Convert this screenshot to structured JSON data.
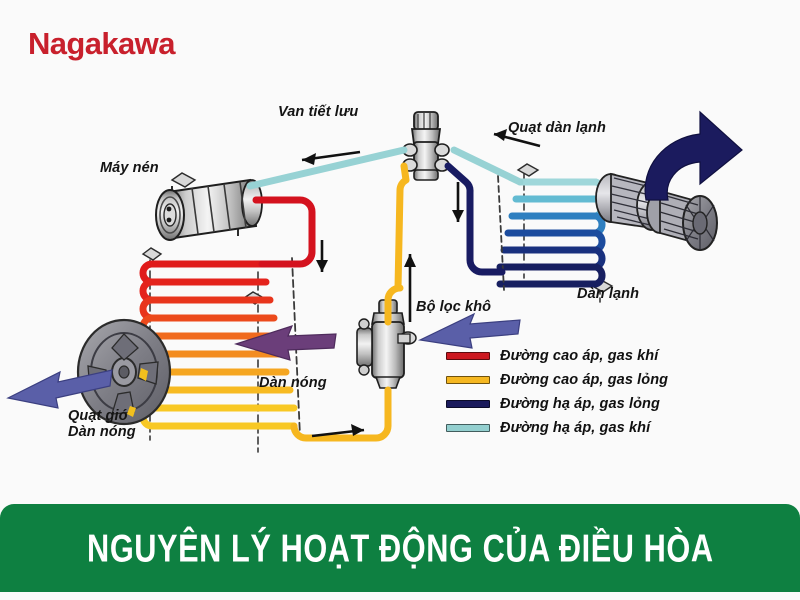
{
  "brand": {
    "name": "Nagakawa",
    "color": "#C8202C"
  },
  "banner": {
    "title": "NGUYÊN LÝ HOẠT ĐỘNG CỦA ĐIỀU HÒA",
    "background_color": "#0E8041",
    "text_color": "#FFFFFF"
  },
  "diagram": {
    "background_color": "#FAFAFA",
    "labels": {
      "expansion_valve": "Van tiết lưu",
      "compressor": "Máy nén",
      "evaporator_fan": "Quạt dàn lạnh",
      "evaporator": "Dàn lạnh",
      "receiver_drier": "Bộ lọc khô",
      "condenser": "Dàn nóng",
      "condenser_fan": "Quạt gió\nDàn nóng"
    }
  },
  "legend": {
    "items": [
      {
        "label": "Đường cao áp, gas khí",
        "color": "#CC1820"
      },
      {
        "label": "Đường cao áp, gas lỏng",
        "color": "#F5B721"
      },
      {
        "label": "Đường hạ áp, gas lỏng",
        "color": "#1A1A5C"
      },
      {
        "label": "Đường hạ áp, gas khí",
        "color": "#93CFCF"
      }
    ]
  },
  "colors": {
    "high_pressure_gas": "#CC1820",
    "high_pressure_liquid": "#F5B721",
    "low_pressure_liquid": "#1A1A5C",
    "low_pressure_gas": "#93CFCF",
    "airflow_arrow": "#5A5FA8",
    "hot_air_arrow": "#1B1B5E",
    "metal_light": "#E2E2E2",
    "metal_dark": "#8A8A8A"
  }
}
